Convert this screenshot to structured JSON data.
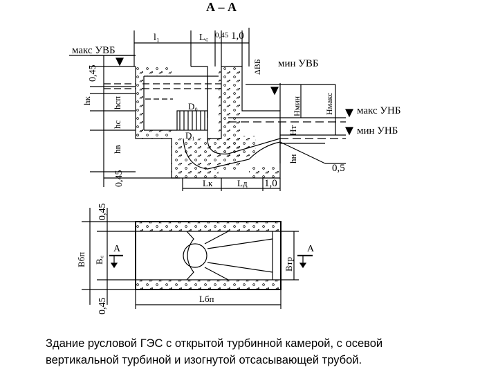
{
  "drawing": {
    "section_title": "А – А",
    "labels": {
      "max_uvb": "макс УВБ",
      "min_uvb": "мин УВБ",
      "max_unb": "макс УНБ",
      "min_unb": "мин УНБ",
      "dim_045_top_left": "0,45",
      "dim_045_top": "0,45",
      "dim_10_top": "1,0",
      "dim_05": "0,5",
      "dim_10_bottom": "1,0",
      "dim_045_bottom_left": "0,45",
      "dim_045_plan_top": "0,45",
      "dim_045_plan_bottom": "0,45",
      "l1": "l₁",
      "lc": "L꜀",
      "dvb": "ΔВБ",
      "h_k": "hк",
      "h_sp": "hсп",
      "h_s": "hс",
      "h_v": "hв",
      "d0": "D₀",
      "d1": "D₁",
      "h_max": "Hмакс",
      "h_min": "Hмин",
      "h_t": "Hт",
      "h_n": "hн",
      "l_k": "Lк",
      "l_d": "Lд",
      "b_bp": "Bбп",
      "b_c": "B꜀",
      "b_tp": "Bтр",
      "l_bp": "Lбп",
      "section_a_left": "А",
      "section_a_right": "А"
    }
  },
  "caption": {
    "line1": "Здание русловой ГЭС с открытой турбинной камерой,  с осевой",
    "line2": "вертикальной турбиной и  изогнутой   отсасывающей трубой."
  }
}
